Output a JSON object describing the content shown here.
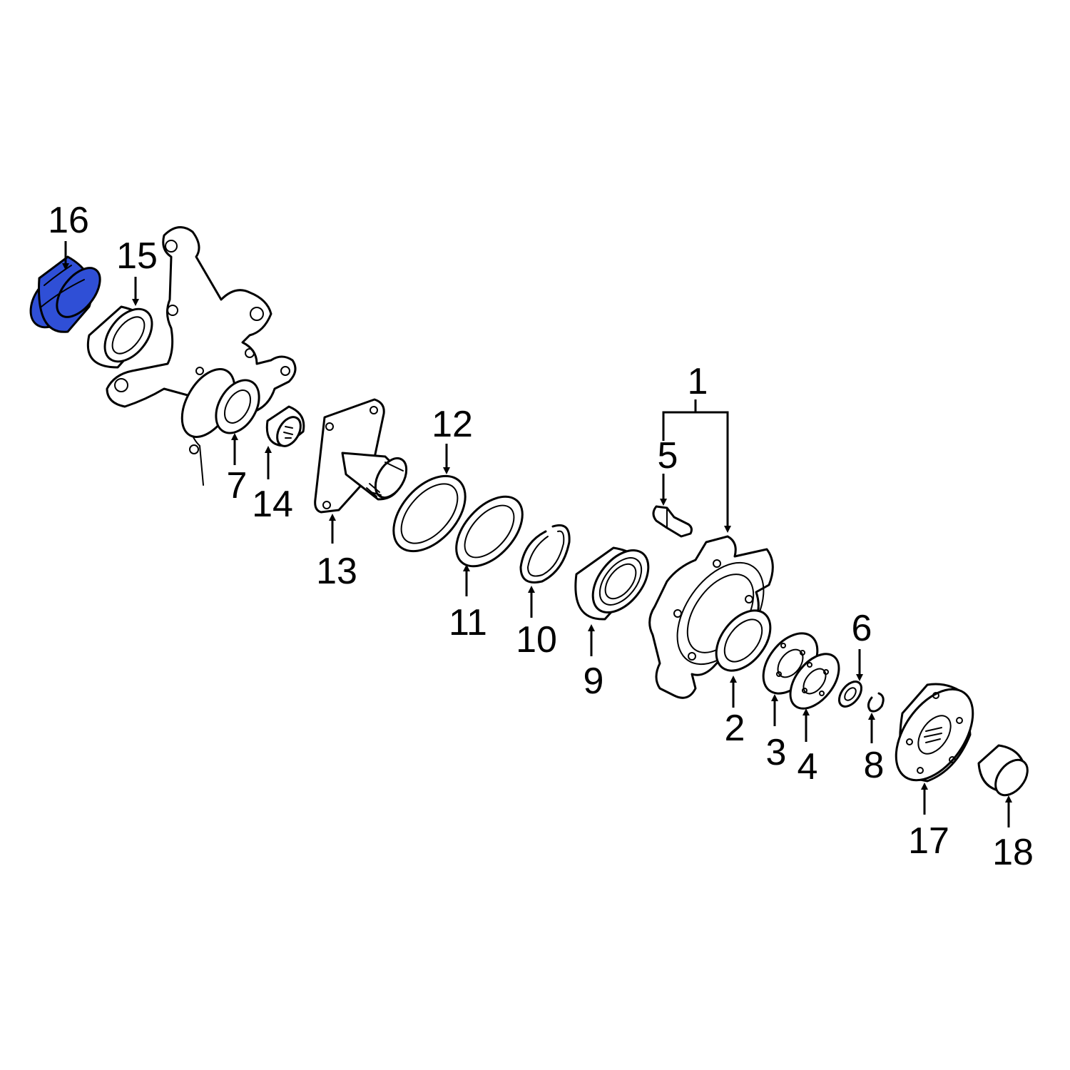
{
  "labels": {
    "p1": "1",
    "p2": "2",
    "p3": "3",
    "p4": "4",
    "p5": "5",
    "p6": "6",
    "p7": "7",
    "p8": "8",
    "p9": "9",
    "p10": "10",
    "p11": "11",
    "p12": "12",
    "p13": "13",
    "p14": "14",
    "p15": "15",
    "p16": "16",
    "p17": "17",
    "p18": "18"
  },
  "colors": {
    "highlight": "#2f4fd6",
    "line": "#000000",
    "background": "#ffffff"
  }
}
